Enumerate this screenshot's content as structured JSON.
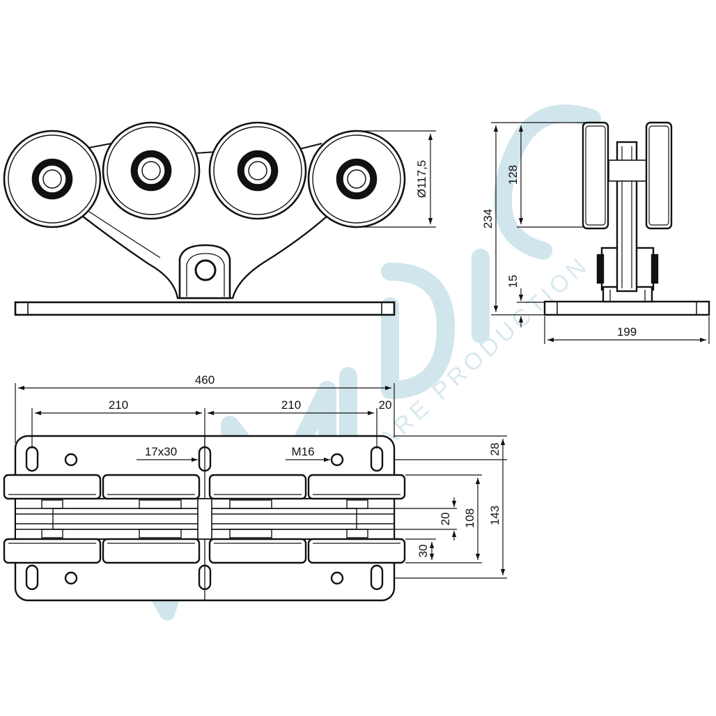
{
  "watermark": {
    "brand": "MIDICA",
    "tagline": "HARDWARE PRODUCTION",
    "color": "#bcd9e4"
  },
  "colors": {
    "line": "#111111",
    "background": "#ffffff"
  },
  "front_view": {
    "wheel_diameter": "Ø117,5"
  },
  "side_view": {
    "overall_height": "234",
    "wheel_height": "128",
    "plate_thickness": "15",
    "base_width": "199"
  },
  "top_view": {
    "overall_length": "460",
    "spacing_left": "210",
    "spacing_right": "210",
    "end_offset": "20",
    "slot_label": "17x30",
    "thread_label": "M16",
    "edge_to_holes": "28",
    "overall_width": "143",
    "wheel_span": "108",
    "gap": "20",
    "wheel_width": "30"
  }
}
